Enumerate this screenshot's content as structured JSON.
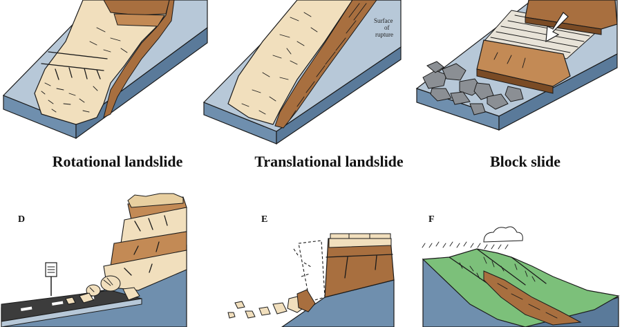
{
  "colors": {
    "block_side": "#6f8fae",
    "block_top": "#b7c8d8",
    "debris": "#f1dfbd",
    "rock_brown": "#a86f3f",
    "rock_dark": "#7a4b25",
    "boulder_gray": "#8b8f94",
    "grass": "#7cc07a",
    "road": "#3c3c3c"
  },
  "panels": {
    "a": {
      "caption": "Rotational landslide",
      "scene": "rotational-slump"
    },
    "b": {
      "caption": "Translational landslide",
      "scene": "planar-slide",
      "annotation": [
        "Surface",
        "of",
        "rupture"
      ]
    },
    "c": {
      "caption": "Block slide",
      "scene": "block-slide-with-arrow"
    },
    "d": {
      "letter": "D",
      "scene": "rockfall-over-road",
      "icon": "road-sign-icon"
    },
    "e": {
      "letter": "E",
      "scene": "topple"
    },
    "f": {
      "letter": "F",
      "scene": "debris-flow",
      "icon": "storm-cloud-icon"
    }
  }
}
